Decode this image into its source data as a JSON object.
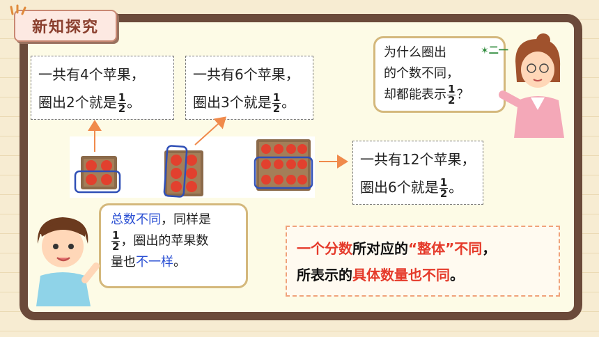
{
  "title": "新知探究",
  "boxes": [
    {
      "line1": "一共有4个苹果，",
      "line2_prefix": "圈出2个就是",
      "frac_num": "1",
      "frac_den": "2",
      "line2_suffix": "。"
    },
    {
      "line1": "一共有6个苹果，",
      "line2_prefix": "圈出3个就是",
      "frac_num": "1",
      "frac_den": "2",
      "line2_suffix": "。"
    },
    {
      "line1": "一共有12个苹果，",
      "line2_prefix": "圈出6个就是",
      "frac_num": "1",
      "frac_den": "2",
      "line2_suffix": "。"
    }
  ],
  "teacher_bubble": {
    "line1": "为什么圈出",
    "line2": "的个数不同，",
    "line3_prefix": "却都能表示",
    "frac_num": "1",
    "frac_den": "2",
    "line3_suffix": "？"
  },
  "logo_text": "二一",
  "boy_bubble": {
    "part1": "总数不同",
    "part2": "，同样是",
    "frac_num": "1",
    "frac_den": "2",
    "part3": "，圈出的苹果数",
    "part4": "量也",
    "part5": "不一样",
    "part6": "。"
  },
  "conclusion": {
    "p1": "一个分数",
    "p2": "所对应的",
    "p3": "“整体”不同",
    "p4": "，",
    "p5": "所表示的",
    "p6": "具体数量也不同",
    "p7": "。"
  },
  "colors": {
    "red": "#e53a2a",
    "blue": "#2a4fd3",
    "board": "#6b4a3a",
    "arrow": "#f08a4b"
  }
}
